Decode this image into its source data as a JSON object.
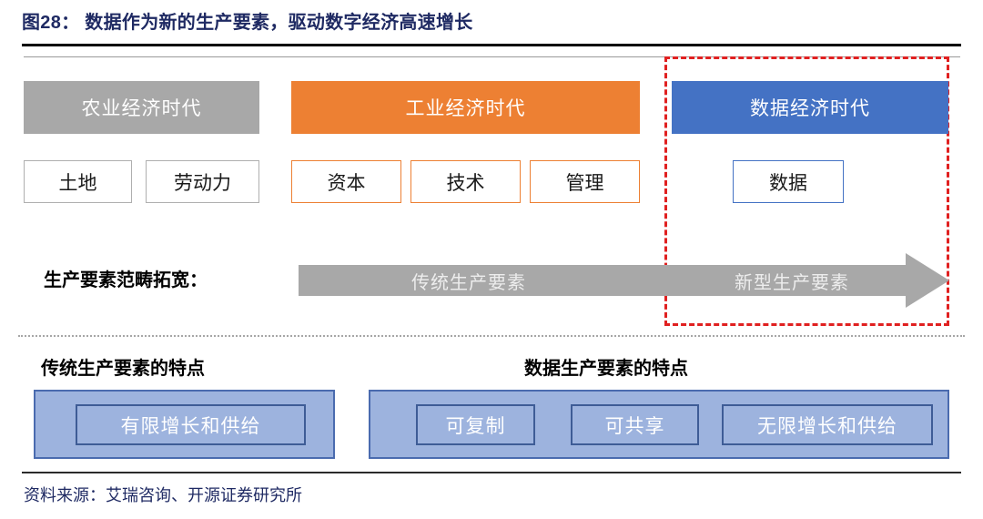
{
  "figure": {
    "title": "图28： 数据作为新的生产要素，驱动数字经济高速增长",
    "source": "资料来源：艾瑞咨询、开源证券研究所"
  },
  "colors": {
    "title_navy": "#1F2A63",
    "agriculture_gray": "#A8A8A8",
    "industry_orange": "#ED8033",
    "data_blue": "#4472C4",
    "highlight_red": "#E02020",
    "panel_blue": "#9DB3DE",
    "panel_border_blue": "#4A6BAF",
    "arrow_gray": "#A8A8A8"
  },
  "eras": [
    {
      "name": "agriculture",
      "label": "农业经济时代",
      "color": "#A8A8A8"
    },
    {
      "name": "industry",
      "label": "工业经济时代",
      "color": "#ED8033"
    },
    {
      "name": "data",
      "label": "数据经济时代",
      "color": "#4472C4"
    }
  ],
  "factors": [
    {
      "name": "land",
      "label": "土地",
      "border": "gray"
    },
    {
      "name": "labor",
      "label": "劳动力",
      "border": "gray"
    },
    {
      "name": "capital",
      "label": "资本",
      "border": "orange"
    },
    {
      "name": "technology",
      "label": "技术",
      "border": "orange"
    },
    {
      "name": "management",
      "label": "管理",
      "border": "orange"
    },
    {
      "name": "data",
      "label": "数据",
      "border": "blue"
    }
  ],
  "broaden": {
    "label": "生产要素范畴拓宽：",
    "arrow_segments": [
      {
        "name": "traditional",
        "label": "传统生产要素"
      },
      {
        "name": "new",
        "label": "新型生产要素"
      }
    ]
  },
  "features": {
    "traditional": {
      "heading": "传统生产要素的特点",
      "chips": [
        {
          "name": "limited-growth-supply",
          "label": "有限增长和供给"
        }
      ]
    },
    "data": {
      "heading": "数据生产要素的特点",
      "chips": [
        {
          "name": "replicable",
          "label": "可复制"
        },
        {
          "name": "shareable",
          "label": "可共享"
        },
        {
          "name": "unlimited-growth-supply",
          "label": "无限增长和供给"
        }
      ]
    }
  }
}
